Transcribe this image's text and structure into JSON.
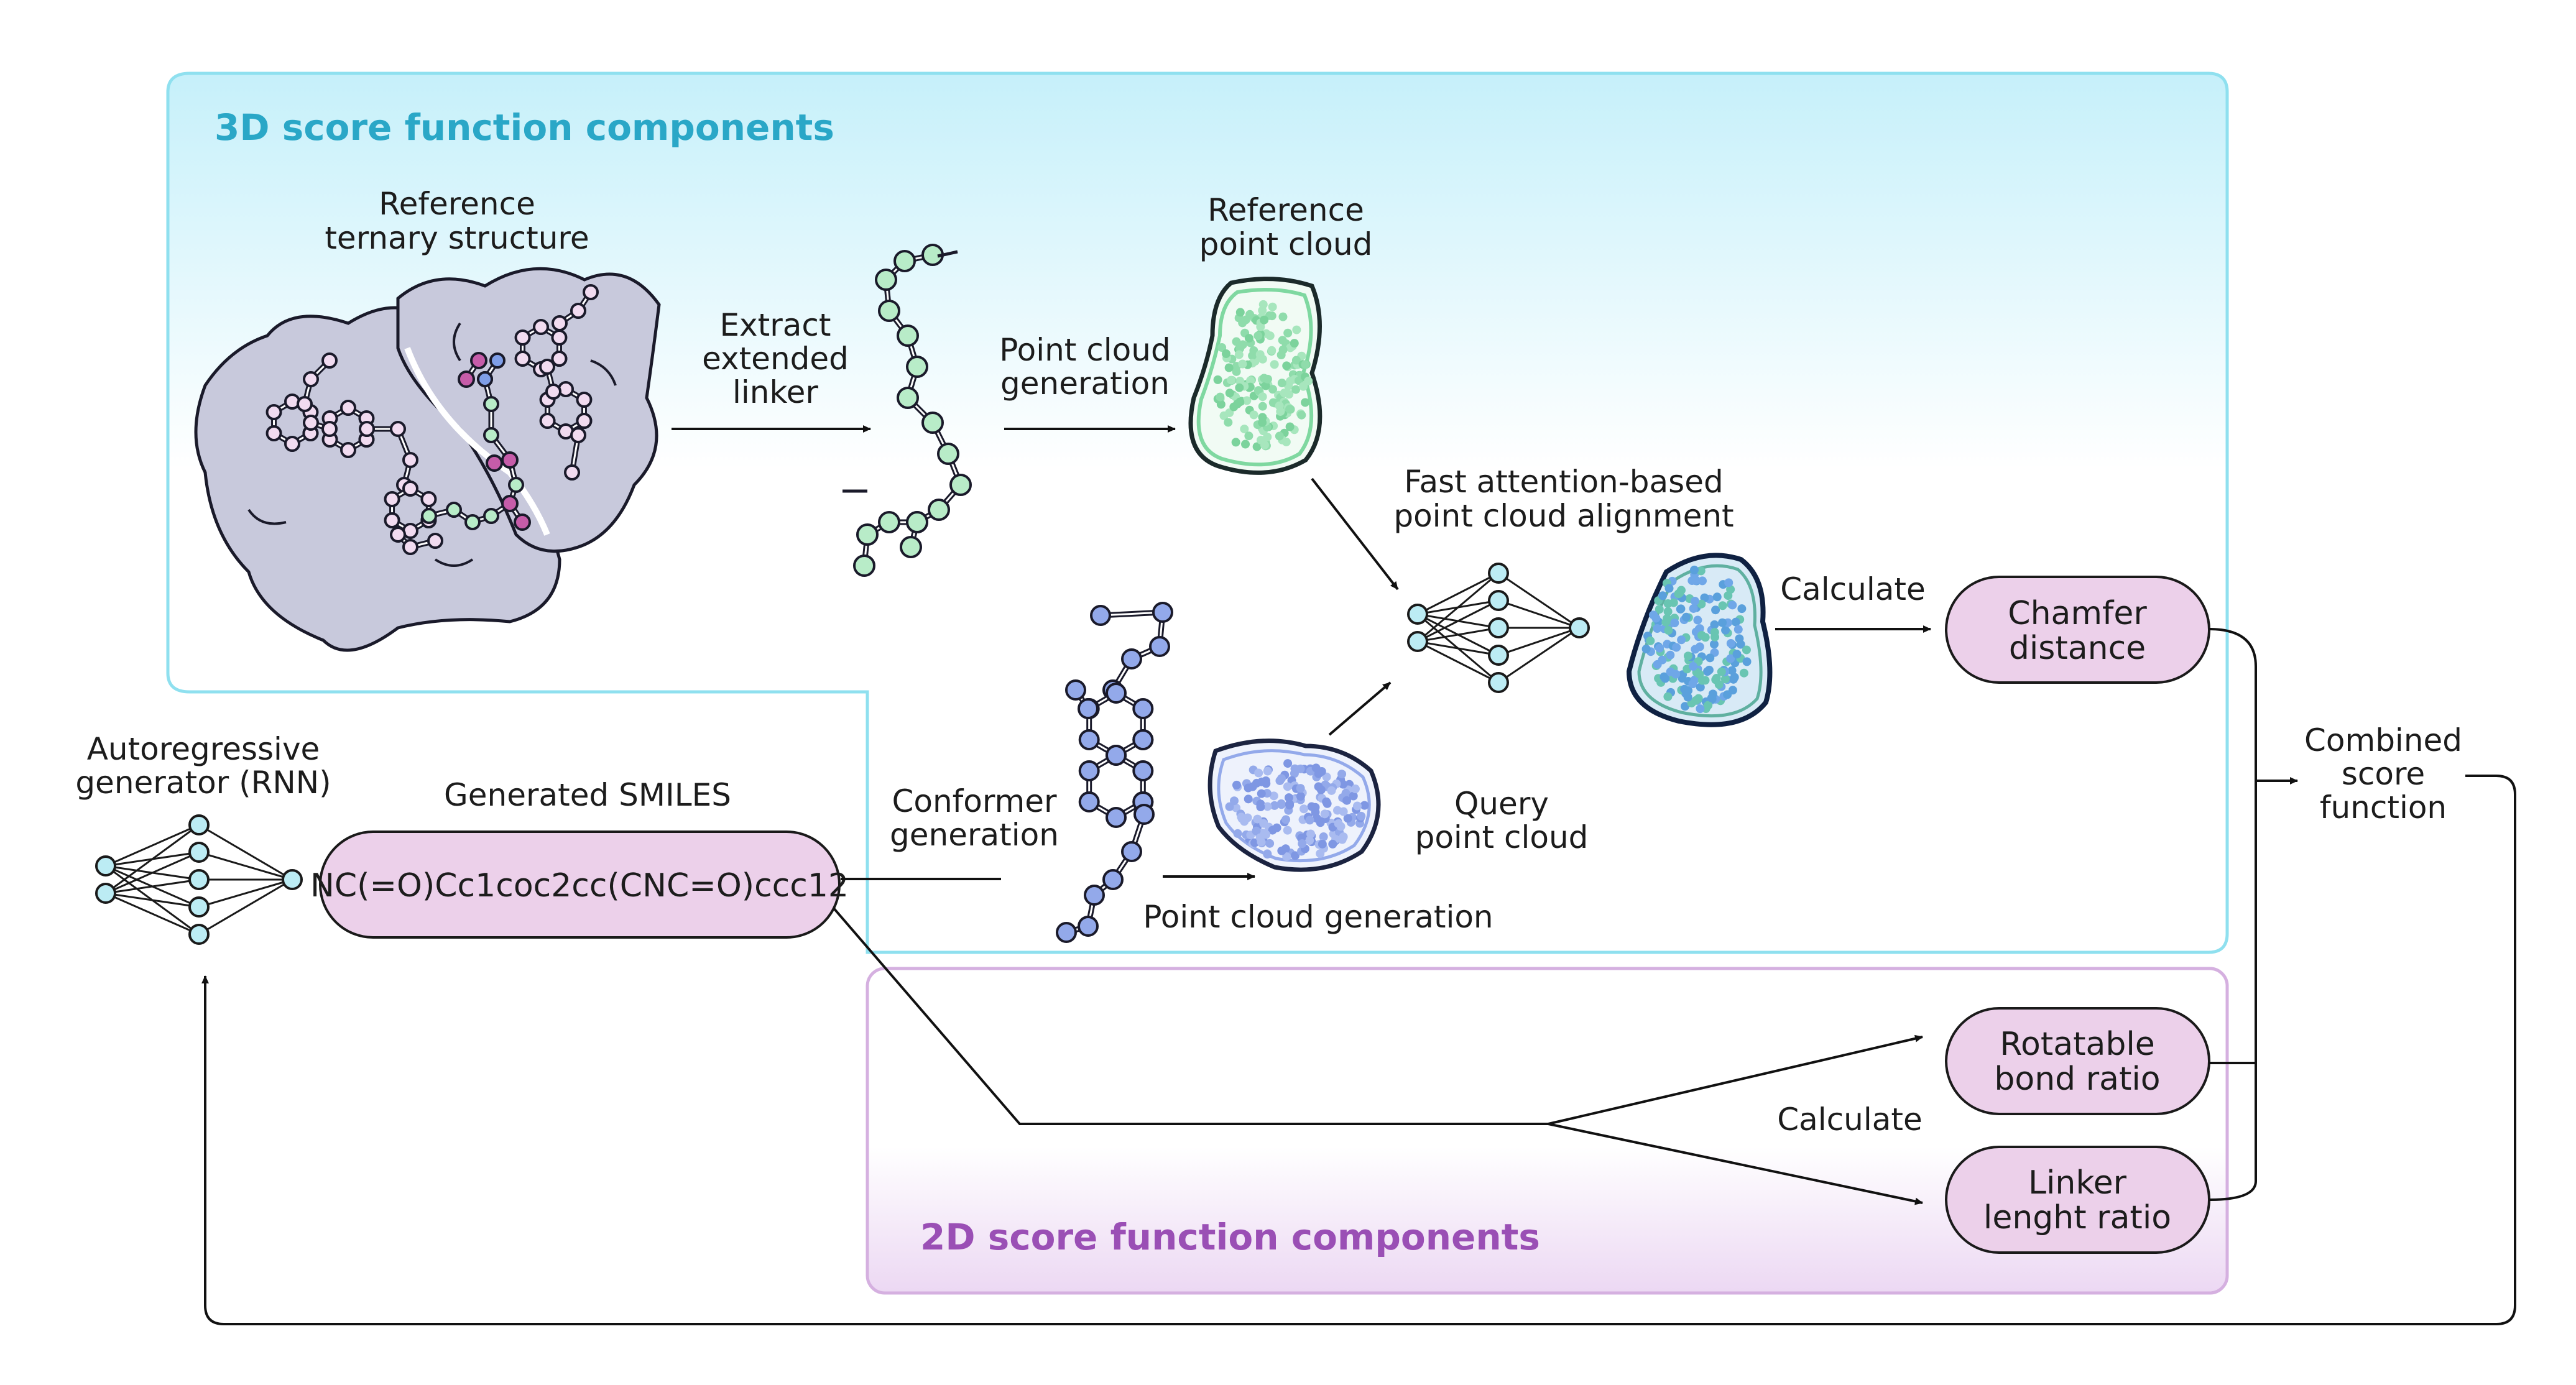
{
  "panel_3d": {
    "title": "3D score function components",
    "color": "#2aa7c7"
  },
  "panel_2d": {
    "title": "2D score function components",
    "color": "#9a4fb5"
  },
  "labels": {
    "reference_ternary": [
      "Reference",
      "ternary structure"
    ],
    "extract_linker": [
      "Extract",
      "extended",
      "linker"
    ],
    "pc_generation_top": [
      "Point cloud",
      "generation"
    ],
    "reference_pc": [
      "Reference",
      "point cloud"
    ],
    "fast_attention": [
      "Fast attention-based",
      "point cloud alignment"
    ],
    "calculate_top": [
      "Calculate"
    ],
    "autoregressive": [
      "Autoregressive",
      "generator (RNN)"
    ],
    "generated_smiles": [
      "Generated SMILES"
    ],
    "conformer_generation": [
      "Conformer",
      "generation"
    ],
    "query_pc": [
      "Query",
      "point cloud"
    ],
    "pc_generation_bottom": [
      "Point cloud generation"
    ],
    "combined_score": [
      "Combined",
      "score",
      "function"
    ],
    "calculate_bottom": [
      "Calculate"
    ]
  },
  "pills": {
    "smiles": [
      "NC(=O)Cc1coc2cc(CNC=O)ccc12"
    ],
    "chamfer": [
      "Chamfer",
      "distance"
    ],
    "rotatable": [
      "Rotatable",
      "bond ratio"
    ],
    "linker": [
      "Linker",
      "lenght ratio"
    ]
  },
  "colors": {
    "pill_fill": "#ecd0ea",
    "protein_fill": "#c8c9dc",
    "green": "#b8ecc8",
    "blue": "#93a9ea",
    "nn_node": "#bcecf4"
  }
}
